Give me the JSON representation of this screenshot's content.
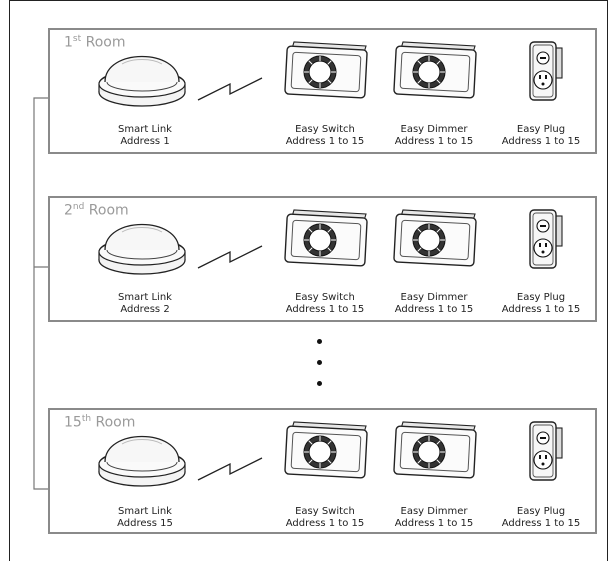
{
  "rooms": [
    {
      "title_main": "1",
      "title_sup": "st",
      "title_rest": " Room",
      "hub": {
        "name": "Smart Link",
        "address": "Address 1"
      },
      "devices": [
        {
          "name": "Easy Switch",
          "address": "Address 1 to 15"
        },
        {
          "name": "Easy Dimmer",
          "address": "Address 1 to 15"
        },
        {
          "name": "Easy Plug",
          "address": "Address 1 to 15"
        }
      ]
    },
    {
      "title_main": "2",
      "title_sup": "nd",
      "title_rest": " Room",
      "hub": {
        "name": "Smart Link",
        "address": "Address 2"
      },
      "devices": [
        {
          "name": "Easy Switch",
          "address": "Address 1 to 15"
        },
        {
          "name": "Easy Dimmer",
          "address": "Address 1 to 15"
        },
        {
          "name": "Easy Plug",
          "address": "Address 1 to 15"
        }
      ]
    },
    {
      "title_main": "15",
      "title_sup": "th",
      "title_rest": " Room",
      "hub": {
        "name": "Smart Link",
        "address": "Address 15"
      },
      "devices": [
        {
          "name": "Easy Switch",
          "address": "Address 1 to 15"
        },
        {
          "name": "Easy Dimmer",
          "address": "Address 1 to 15"
        },
        {
          "name": "Easy Plug",
          "address": "Address 1 to 15"
        }
      ]
    }
  ],
  "colors": {
    "room_border": "#8a8a8a",
    "line": "#222222",
    "title": "#9a9a9a"
  }
}
